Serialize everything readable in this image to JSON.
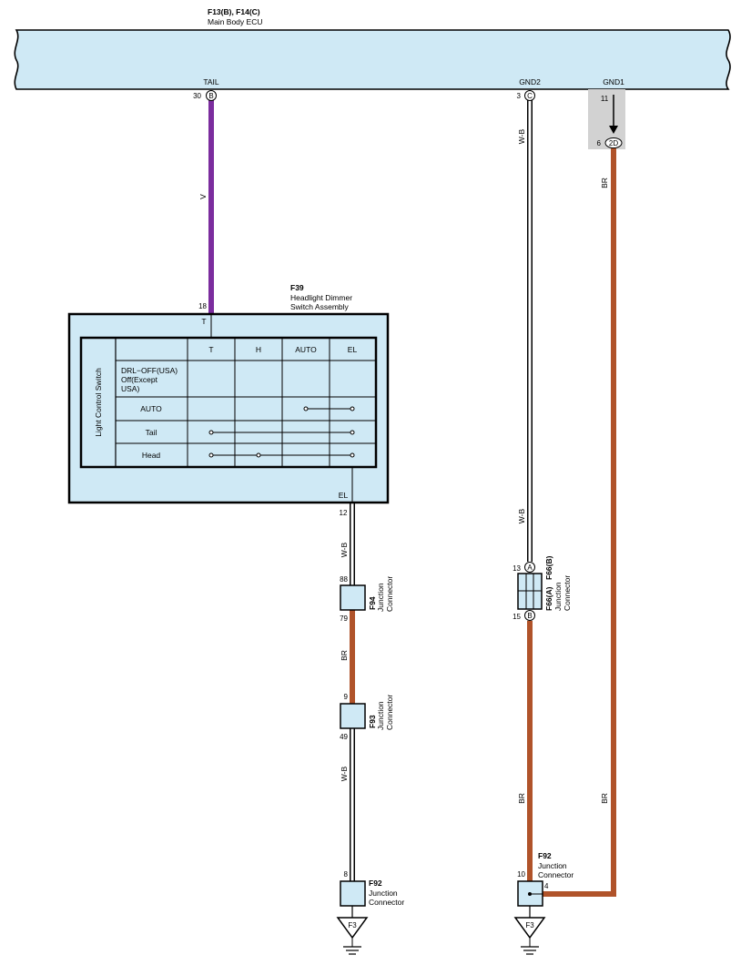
{
  "ecu": {
    "ref": "F13(B), F14(C)",
    "name": "Main Body ECU",
    "tail": {
      "label": "TAIL",
      "pin": "30",
      "connector": "B"
    },
    "gnd2": {
      "label": "GND2",
      "pin": "3",
      "connector": "C"
    },
    "gnd1": {
      "label": "GND1",
      "pin": "11",
      "pin2": "6",
      "connector": "2D"
    }
  },
  "wires": {
    "tail": "V",
    "gnd2_upper": "W-B",
    "gnd2_lower": "W-B",
    "gnd1_upper": "BR",
    "gnd1_lower": "BR",
    "el_top": "W-B",
    "f94_f93": "BR",
    "f93_f92": "W-B",
    "f66_f92": "BR",
    "colors": {
      "violet": "#7b2d9e",
      "brown": "#b0532a",
      "light_blue": "#cfe9f5",
      "gray": "#d2d2d2"
    }
  },
  "switch": {
    "ref": "F39",
    "name_line1": "Headlight Dimmer",
    "name_line2": "Switch Assembly",
    "pin_t": "18",
    "term_t": "T",
    "term_el": "EL",
    "pin_el": "12",
    "side_label": "Light Control Switch",
    "columns": [
      "T",
      "H",
      "AUTO",
      "EL"
    ],
    "rows": [
      {
        "lines": [
          "DRL−OFF(USA)",
          "Off(Except",
          "USA)"
        ]
      },
      {
        "lines": [
          "AUTO"
        ]
      },
      {
        "lines": [
          "Tail"
        ]
      },
      {
        "lines": [
          "Head"
        ]
      }
    ]
  },
  "f94": {
    "ref": "F94",
    "line1": "Junction",
    "line2": "Connector",
    "pin_top": "88",
    "pin_bottom": "79"
  },
  "f93": {
    "ref": "F93",
    "line1": "Junction",
    "line2": "Connector",
    "pin_top": "9",
    "pin_bottom": "49"
  },
  "f92_left": {
    "ref": "F92",
    "line1": "Junction",
    "line2": "Connector",
    "pin": "8"
  },
  "f66": {
    "ref_a": "F66(A)",
    "ref_b": "F66(B)",
    "line1": "Junction",
    "line2": "Connector",
    "pin_top": "13",
    "conn_top": "A",
    "pin_bottom": "15",
    "conn_bottom": "B"
  },
  "f92_right": {
    "ref": "F92",
    "line1": "Junction",
    "line2": "Connector",
    "pin_left": "10",
    "pin_right": "4"
  },
  "grounds": {
    "left": "F3",
    "right": "F3"
  }
}
